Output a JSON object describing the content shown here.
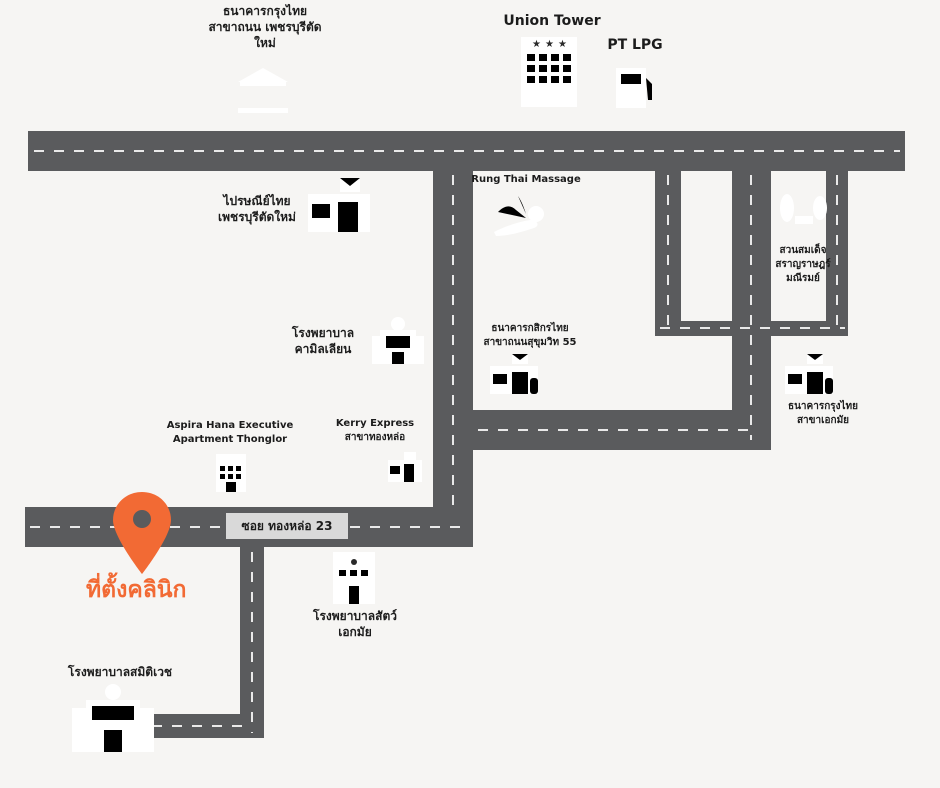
{
  "map": {
    "street_label": "ซอย ทองหล่อ 23",
    "clinic_label": "ที่ตั้งคลินิก",
    "colors": {
      "road": "#5a5b5d",
      "background": "#f6f5f3",
      "pin": "#f26a34",
      "street_tag": "#d9d9d9"
    },
    "places": {
      "ktb_phetchaburi": {
        "lines": [
          "ธนาคารกรุงไทย",
          "สาขาถนน เพชรบุรีตัด",
          "ใหม่"
        ],
        "icon": "bank-icon"
      },
      "union_tower": {
        "name": "Union Tower",
        "icon": "office-building-icon"
      },
      "pt_lpg": {
        "name": "PT LPG",
        "icon": "gas-station-icon"
      },
      "post_office": {
        "lines": [
          "ไปรษณีย์ไทย",
          "เพชรบุรีตัดใหม่"
        ],
        "icon": "post-office-icon"
      },
      "rung_thai": {
        "name": "Rung Thai Massage",
        "icon": "massage-icon"
      },
      "park": {
        "lines": [
          "สวนสมเด็จ",
          "สราญราษฎร์",
          "มณีรมย์"
        ],
        "icon": "park-icon"
      },
      "camillian": {
        "lines": [
          "โรงพยาบาล",
          "คามิลเลียน"
        ],
        "icon": "hospital-icon"
      },
      "kbank": {
        "lines": [
          "ธนาคารกสิกรไทย",
          "สาขาถนนสุขุมวิท 55"
        ],
        "icon": "shop-icon"
      },
      "ktb_ekkamai": {
        "lines": [
          "ธนาคารกรุงไทย",
          "สาขาเอกมัย"
        ],
        "icon": "shop-icon"
      },
      "aspira": {
        "lines": [
          "Aspira Hana Executive",
          "Apartment Thonglor"
        ],
        "icon": "apartment-icon"
      },
      "kerry": {
        "lines": [
          "Kerry Express",
          "สาขาทองหล่อ"
        ],
        "icon": "shop-icon"
      },
      "vet": {
        "lines": [
          "โรงพยาบาลสัตว์",
          "เอกมัย"
        ],
        "icon": "vet-hospital-icon"
      },
      "samitivej": {
        "name": "โรงพยาบาลสมิติเวช",
        "icon": "hospital-icon"
      }
    }
  }
}
